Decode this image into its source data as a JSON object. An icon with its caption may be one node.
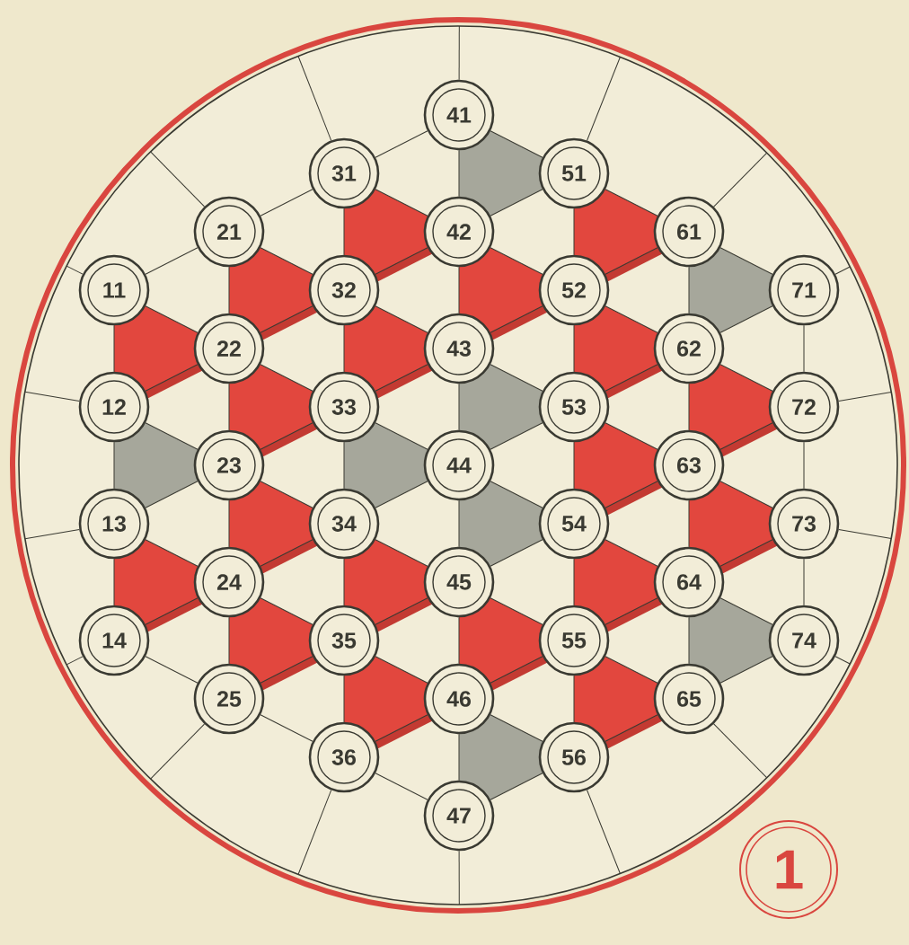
{
  "diagram": {
    "nodes": [
      {
        "text": [
          "11"
        ]
      },
      {
        "text": [
          "12"
        ]
      },
      {
        "text": [
          "13"
        ]
      },
      {
        "text": [
          "14"
        ]
      },
      {
        "text": [
          "21"
        ]
      },
      {
        "text": [
          "22"
        ]
      },
      {
        "text": [
          "23"
        ]
      },
      {
        "text": [
          "24"
        ]
      },
      {
        "text": [
          "25"
        ]
      },
      {
        "text": [
          "31"
        ]
      },
      {
        "text": [
          "32"
        ]
      },
      {
        "text": [
          "33"
        ]
      },
      {
        "text": [
          "34"
        ]
      },
      {
        "text": [
          "35"
        ]
      },
      {
        "text": [
          "36"
        ]
      },
      {
        "text": [
          "41"
        ]
      },
      {
        "text": [
          "42"
        ]
      },
      {
        "text": [
          "43"
        ]
      },
      {
        "text": [
          "44"
        ]
      },
      {
        "text": [
          "45"
        ]
      },
      {
        "text": [
          "46"
        ]
      },
      {
        "text": [
          "47"
        ]
      },
      {
        "text": [
          "51"
        ]
      },
      {
        "text": [
          "52"
        ]
      },
      {
        "text": [
          "53"
        ]
      },
      {
        "text": [
          "54"
        ]
      },
      {
        "text": [
          "55"
        ]
      },
      {
        "text": [
          "56"
        ]
      },
      {
        "text": [
          "61"
        ]
      },
      {
        "text": [
          "62"
        ]
      },
      {
        "text": [
          "63"
        ]
      },
      {
        "text": [
          "64"
        ]
      },
      {
        "text": [
          "65"
        ]
      },
      {
        "text": [
          "71"
        ]
      },
      {
        "text": [
          "72"
        ]
      },
      {
        "text": [
          "73"
        ]
      },
      {
        "text": [
          "74"
        ]
      },
      {
        "text": [
          "1"
        ]
      }
    ],
    "edges": [
      {
        "from": 0,
        "to": 1,
        "arrow": "none"
      },
      {
        "from": 1,
        "to": 2,
        "arrow": "none"
      },
      {
        "from": 2,
        "to": 3,
        "arrow": "none"
      },
      {
        "from": 4,
        "to": 5,
        "arrow": "none"
      },
      {
        "from": 5,
        "to": 6,
        "arrow": "none"
      },
      {
        "from": 6,
        "to": 7,
        "arrow": "none"
      },
      {
        "from": 7,
        "to": 8,
        "arrow": "none"
      },
      {
        "from": 9,
        "to": 10,
        "arrow": "none"
      },
      {
        "from": 10,
        "to": 11,
        "arrow": "none"
      },
      {
        "from": 11,
        "to": 12,
        "arrow": "none"
      },
      {
        "from": 12,
        "to": 13,
        "arrow": "none"
      },
      {
        "from": 13,
        "to": 14,
        "arrow": "none"
      },
      {
        "from": 15,
        "to": 16,
        "arrow": "none"
      },
      {
        "from": 16,
        "to": 17,
        "arrow": "none"
      },
      {
        "from": 17,
        "to": 18,
        "arrow": "none"
      },
      {
        "from": 18,
        "to": 19,
        "arrow": "none"
      },
      {
        "from": 19,
        "to": 20,
        "arrow": "none"
      },
      {
        "from": 20,
        "to": 21,
        "arrow": "none"
      },
      {
        "from": 22,
        "to": 23,
        "arrow": "none"
      },
      {
        "from": 23,
        "to": 24,
        "arrow": "none"
      },
      {
        "from": 24,
        "to": 25,
        "arrow": "none"
      },
      {
        "from": 25,
        "to": 26,
        "arrow": "none"
      },
      {
        "from": 26,
        "to": 27,
        "arrow": "none"
      },
      {
        "from": 28,
        "to": 29,
        "arrow": "none"
      },
      {
        "from": 29,
        "to": 30,
        "arrow": "none"
      },
      {
        "from": 30,
        "to": 31,
        "arrow": "none"
      },
      {
        "from": 31,
        "to": 32,
        "arrow": "none"
      },
      {
        "from": 33,
        "to": 34,
        "arrow": "none"
      },
      {
        "from": 34,
        "to": 35,
        "arrow": "none"
      },
      {
        "from": 35,
        "to": 36,
        "arrow": "none"
      },
      {
        "from": 0,
        "to": 4,
        "arrow": "none"
      },
      {
        "from": 0,
        "to": 5,
        "arrow": "none"
      },
      {
        "from": 1,
        "to": 5,
        "arrow": "none"
      },
      {
        "from": 1,
        "to": 6,
        "arrow": "none"
      },
      {
        "from": 2,
        "to": 6,
        "arrow": "none"
      },
      {
        "from": 2,
        "to": 7,
        "arrow": "none"
      },
      {
        "from": 3,
        "to": 7,
        "arrow": "none"
      },
      {
        "from": 3,
        "to": 8,
        "arrow": "none"
      },
      {
        "from": 4,
        "to": 9,
        "arrow": "none"
      },
      {
        "from": 4,
        "to": 10,
        "arrow": "none"
      },
      {
        "from": 5,
        "to": 10,
        "arrow": "none"
      },
      {
        "from": 5,
        "to": 11,
        "arrow": "none"
      },
      {
        "from": 6,
        "to": 11,
        "arrow": "none"
      },
      {
        "from": 6,
        "to": 12,
        "arrow": "none"
      },
      {
        "from": 7,
        "to": 12,
        "arrow": "none"
      },
      {
        "from": 7,
        "to": 13,
        "arrow": "none"
      },
      {
        "from": 8,
        "to": 13,
        "arrow": "none"
      },
      {
        "from": 8,
        "to": 14,
        "arrow": "none"
      },
      {
        "from": 9,
        "to": 15,
        "arrow": "none"
      },
      {
        "from": 9,
        "to": 16,
        "arrow": "none"
      },
      {
        "from": 10,
        "to": 16,
        "arrow": "none"
      },
      {
        "from": 10,
        "to": 17,
        "arrow": "none"
      },
      {
        "from": 11,
        "to": 17,
        "arrow": "none"
      },
      {
        "from": 11,
        "to": 18,
        "arrow": "none"
      },
      {
        "from": 12,
        "to": 18,
        "arrow": "none"
      },
      {
        "from": 12,
        "to": 19,
        "arrow": "none"
      },
      {
        "from": 13,
        "to": 19,
        "arrow": "none"
      },
      {
        "from": 13,
        "to": 20,
        "arrow": "none"
      },
      {
        "from": 14,
        "to": 20,
        "arrow": "none"
      },
      {
        "from": 14,
        "to": 21,
        "arrow": "none"
      },
      {
        "from": 15,
        "to": 22,
        "arrow": "none"
      },
      {
        "from": 16,
        "to": 22,
        "arrow": "none"
      },
      {
        "from": 16,
        "to": 23,
        "arrow": "none"
      },
      {
        "from": 17,
        "to": 23,
        "arrow": "none"
      },
      {
        "from": 17,
        "to": 24,
        "arrow": "none"
      },
      {
        "from": 18,
        "to": 24,
        "arrow": "none"
      },
      {
        "from": 18,
        "to": 25,
        "arrow": "none"
      },
      {
        "from": 19,
        "to": 25,
        "arrow": "none"
      },
      {
        "from": 19,
        "to": 26,
        "arrow": "none"
      },
      {
        "from": 20,
        "to": 26,
        "arrow": "none"
      },
      {
        "from": 20,
        "to": 27,
        "arrow": "none"
      },
      {
        "from": 21,
        "to": 27,
        "arrow": "none"
      },
      {
        "from": 22,
        "to": 28,
        "arrow": "none"
      },
      {
        "from": 23,
        "to": 28,
        "arrow": "none"
      },
      {
        "from": 23,
        "to": 29,
        "arrow": "none"
      },
      {
        "from": 24,
        "to": 29,
        "arrow": "none"
      },
      {
        "from": 24,
        "to": 30,
        "arrow": "none"
      },
      {
        "from": 25,
        "to": 30,
        "arrow": "none"
      },
      {
        "from": 25,
        "to": 31,
        "arrow": "none"
      },
      {
        "from": 26,
        "to": 31,
        "arrow": "none"
      },
      {
        "from": 26,
        "to": 32,
        "arrow": "none"
      },
      {
        "from": 27,
        "to": 32,
        "arrow": "none"
      },
      {
        "from": 28,
        "to": 33,
        "arrow": "none"
      },
      {
        "from": 29,
        "to": 33,
        "arrow": "none"
      },
      {
        "from": 29,
        "to": 34,
        "arrow": "none"
      },
      {
        "from": 30,
        "to": 34,
        "arrow": "none"
      },
      {
        "from": 30,
        "to": 35,
        "arrow": "none"
      },
      {
        "from": 31,
        "to": 35,
        "arrow": "none"
      },
      {
        "from": 31,
        "to": 36,
        "arrow": "none"
      },
      {
        "from": 32,
        "to": 36,
        "arrow": "none"
      },
      {
        "from": 0,
        "to": null,
        "arrow": "none"
      },
      {
        "from": 1,
        "to": null,
        "arrow": "none"
      },
      {
        "from": 2,
        "to": null,
        "arrow": "none"
      },
      {
        "from": 3,
        "to": null,
        "arrow": "none"
      },
      {
        "from": 4,
        "to": null,
        "arrow": "none"
      },
      {
        "from": 8,
        "to": null,
        "arrow": "none"
      },
      {
        "from": 9,
        "to": null,
        "arrow": "none"
      },
      {
        "from": 14,
        "to": null,
        "arrow": "none"
      },
      {
        "from": 15,
        "to": null,
        "arrow": "none"
      },
      {
        "from": 21,
        "to": null,
        "arrow": "none"
      },
      {
        "from": 22,
        "to": null,
        "arrow": "none"
      },
      {
        "from": 27,
        "to": null,
        "arrow": "none"
      },
      {
        "from": 28,
        "to": null,
        "arrow": "none"
      },
      {
        "from": 32,
        "to": null,
        "arrow": "none"
      },
      {
        "from": 33,
        "to": null,
        "arrow": "none"
      },
      {
        "from": 34,
        "to": null,
        "arrow": "none"
      },
      {
        "from": 35,
        "to": null,
        "arrow": "none"
      },
      {
        "from": 36,
        "to": null,
        "arrow": "none"
      }
    ]
  }
}
